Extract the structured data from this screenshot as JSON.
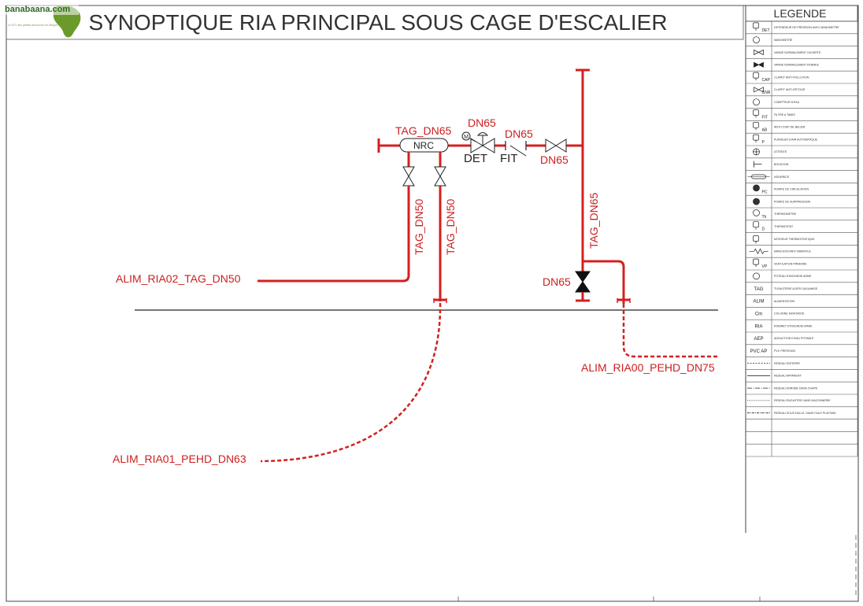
{
  "title": "SYNOPTIQUE RIA PRINCIPAL SOUS CAGE D'ESCALIER",
  "logo": {
    "text": "banabaana.com",
    "tagline": "Le N°1 des petites annonces en Afrique",
    "icon": "africa-map-logo"
  },
  "legend": {
    "title": "LEGENDE",
    "items": [
      {
        "abbr": "DET",
        "text": "DETENDEUR DE PRESSION AVEC MANOMETRE",
        "icon": "pressure-reducer-icon"
      },
      {
        "abbr": "",
        "text": "MANOMETRE",
        "icon": "gauge-icon"
      },
      {
        "abbr": "",
        "text": "VANNE NORMALEMENT OUVERTE",
        "icon": "valve-open-icon"
      },
      {
        "abbr": "",
        "text": "VANNE NORMALEMENT FERMEE",
        "icon": "valve-closed-icon"
      },
      {
        "abbr": "CAP",
        "text": "CLAPET ANTI-POLLUTION",
        "icon": "backflow-preventer-icon"
      },
      {
        "abbr": "CNR",
        "text": "CLAPET ANTI-RETOUR",
        "icon": "check-valve-icon"
      },
      {
        "abbr": "",
        "text": "COMPTEUR D'EAU",
        "icon": "water-meter-icon"
      },
      {
        "abbr": "FIT",
        "text": "FILTRE A TAMIS",
        "icon": "strainer-icon"
      },
      {
        "abbr": "AB",
        "text": "ANTI-COUP DE BELIER",
        "icon": "water-hammer-icon"
      },
      {
        "abbr": "P",
        "text": "PURGEUR D'AIR AUTOMATIQUE",
        "icon": "air-vent-icon"
      },
      {
        "abbr": "",
        "text": "ATTENTE",
        "icon": "cap-icon"
      },
      {
        "abbr": "",
        "text": "BOUCHON",
        "icon": "plug-icon"
      },
      {
        "abbr": "",
        "text": "NOURRICE",
        "icon": "manifold-icon"
      },
      {
        "abbr": "PC",
        "text": "POMPE DE CIRCULATION",
        "icon": "circulation-pump-icon"
      },
      {
        "abbr": "",
        "text": "POMPE DE SURPRESSION",
        "icon": "booster-pump-icon"
      },
      {
        "abbr": "Th",
        "text": "THERMOMETRE",
        "icon": "thermometer-icon"
      },
      {
        "abbr": "D",
        "text": "THERMOSTAT",
        "icon": "thermostat-icon"
      },
      {
        "abbr": "",
        "text": "MITIGEUR THERMOSTATIQUE",
        "icon": "mixer-icon"
      },
      {
        "abbr": "",
        "text": "MANCHON ANTI-VIBRATILE",
        "icon": "flexible-joint-icon"
      },
      {
        "abbr": "VP",
        "text": "VENTILATION PRIMAIRE",
        "icon": "vent-icon"
      },
      {
        "abbr": "",
        "text": "POTEAU D'INCENDIE ARME",
        "icon": "fire-hydrant-icon"
      },
      {
        "abbr": "TAG",
        "text": "TUYAUTERIE ACIER GALVANISE",
        "icon": ""
      },
      {
        "abbr": "ALIM",
        "text": "ALIMENTATION",
        "icon": ""
      },
      {
        "abbr": "Cm",
        "text": "COLONNE MONTANTE",
        "icon": ""
      },
      {
        "abbr": "RIA",
        "text": "ROBINET D'INCENDIE ARME",
        "icon": ""
      },
      {
        "abbr": "AEP",
        "text": "ADDUCTION D'EAU POTABLE",
        "icon": ""
      },
      {
        "abbr": "PVC AP",
        "text": "PVC PRESSION",
        "icon": ""
      },
      {
        "abbr": "",
        "text": "RESEAU ENTERRE",
        "icon": "line-buried-icon"
      },
      {
        "abbr": "",
        "text": "RESEAU APPARENT",
        "icon": "line-exposed-icon"
      },
      {
        "abbr": "",
        "text": "RESEAU ENROBE DANS CHAPE",
        "icon": "line-screed-icon"
      },
      {
        "abbr": "",
        "text": "RESEAU ENCASTRE DANS MACONNERIE",
        "icon": "line-masonry-icon"
      },
      {
        "abbr": "",
        "text": "RESEAU SOUS DALLE, DANS FAUX PLAFOND",
        "icon": "line-ceiling-icon"
      }
    ]
  },
  "diagram": {
    "labels": {
      "tag_dn65_top": "TAG_DN65",
      "nrc": "NRC",
      "dn65_valve": "DN65",
      "det": "DET",
      "dn65_fit": "DN65",
      "fit": "FIT",
      "dn65_right": "DN65",
      "tag_dn50_a": "TAG_DN50",
      "tag_dn50_b": "TAG_DN50",
      "tag_dn65_vertical": "TAG_DN65",
      "dn65_lower": "DN65",
      "motor": "M",
      "alim_ria02": "ALIM_RIA02_TAG_DN50",
      "alim_ria00": "ALIM_RIA00_PEHD_DN75",
      "alim_ria01": "ALIM_RIA01_PEHD_DN63"
    }
  }
}
